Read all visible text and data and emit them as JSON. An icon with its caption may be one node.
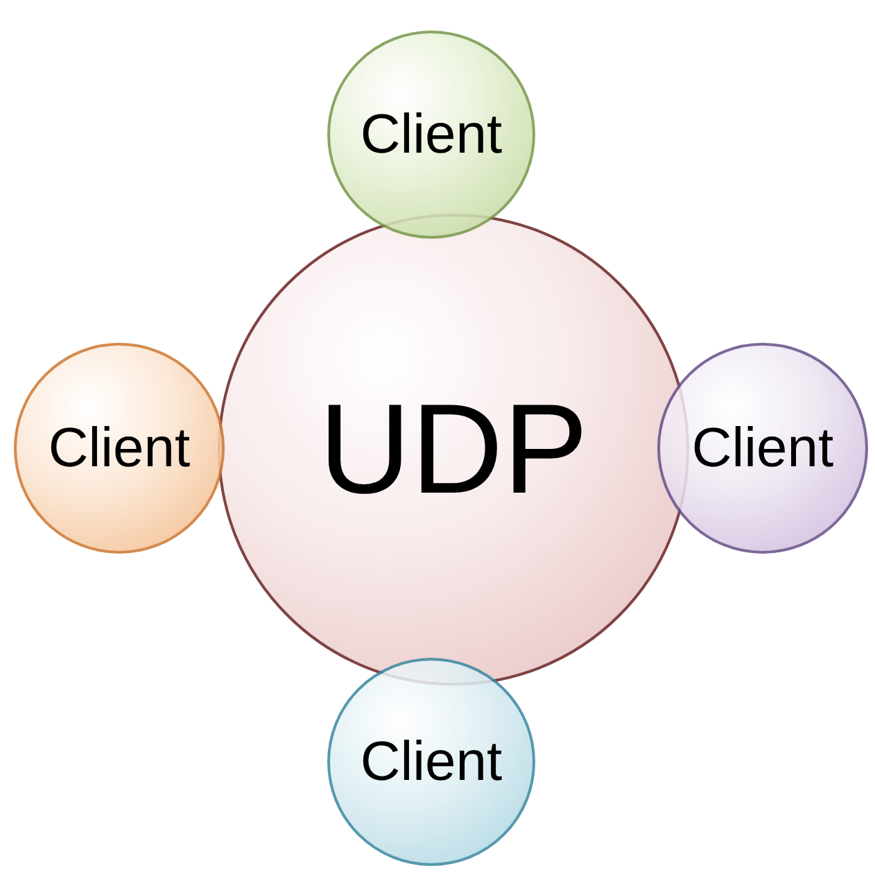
{
  "diagram": {
    "nodes": [
      {
        "text": [
          "Client"
        ]
      },
      {
        "text": [
          "Client"
        ]
      },
      {
        "text": [
          "UDP"
        ]
      },
      {
        "text": [
          "Client"
        ]
      },
      {
        "text": [
          "Client"
        ]
      }
    ]
  }
}
